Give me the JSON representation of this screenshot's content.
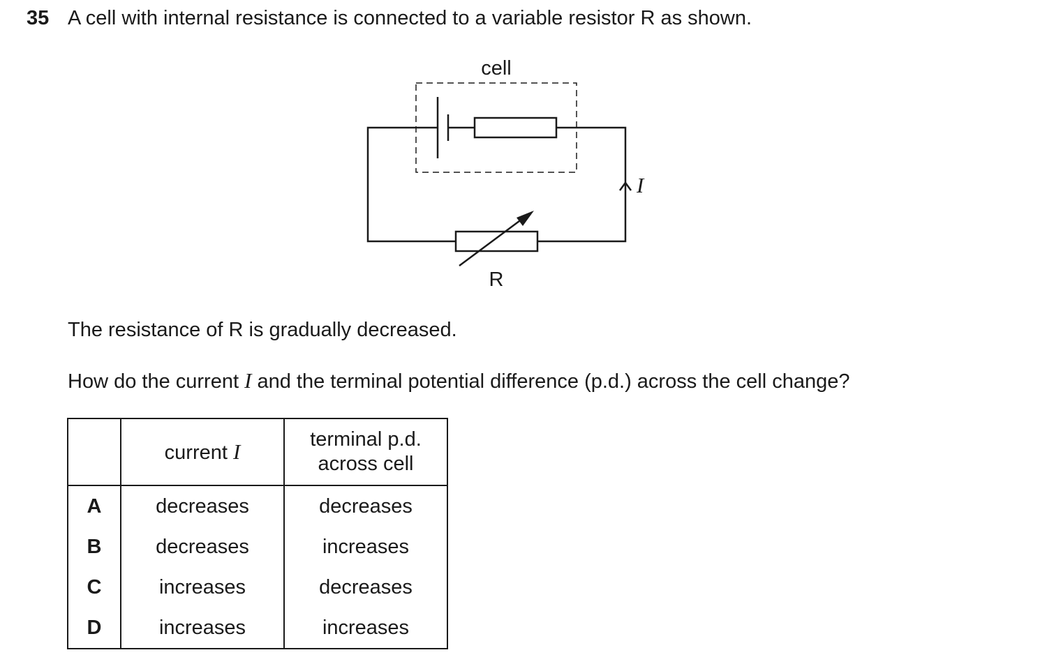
{
  "question": {
    "number": "35",
    "text": "A cell with internal resistance is connected to a variable resistor R as shown."
  },
  "circuit": {
    "cell_label": "cell",
    "resistor_label": "R",
    "current_label": "I"
  },
  "paragraphs": {
    "p1": "The resistance of R is gradually decreased.",
    "p2_before": "How do the current ",
    "p2_var": "I",
    "p2_after": " and the terminal potential difference (p.d.) across the cell change?"
  },
  "table": {
    "headers": {
      "current_text": "current ",
      "current_var": "I",
      "pd_line1": "terminal p.d.",
      "pd_line2": "across cell"
    },
    "rows": [
      {
        "letter": "A",
        "current": "decreases",
        "pd": "decreases"
      },
      {
        "letter": "B",
        "current": "decreases",
        "pd": "increases"
      },
      {
        "letter": "C",
        "current": "increases",
        "pd": "decreases"
      },
      {
        "letter": "D",
        "current": "increases",
        "pd": "increases"
      }
    ]
  }
}
